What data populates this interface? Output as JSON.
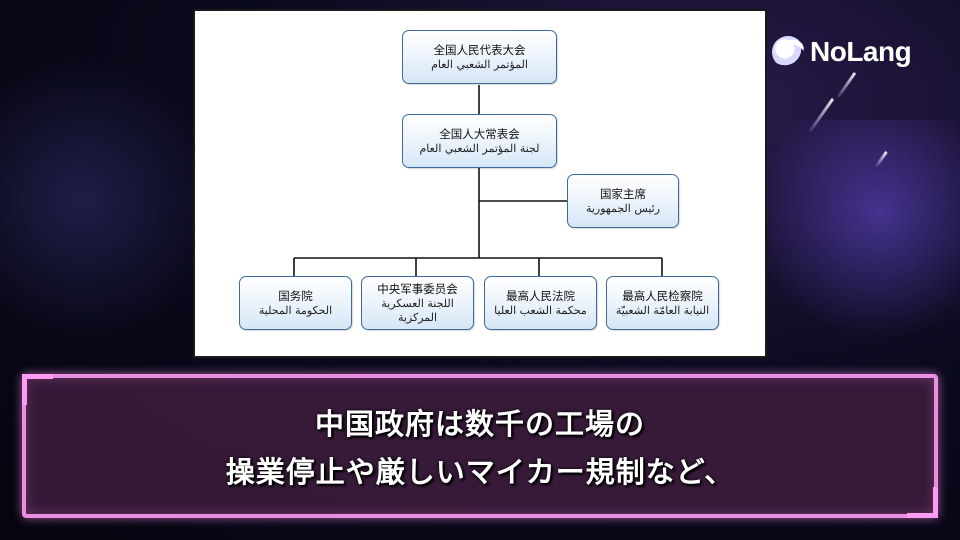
{
  "brand": {
    "name": "NoLang"
  },
  "diagram": {
    "top": {
      "zh": "全国人民代表大会",
      "ar": "المؤتمر الشعبي العام"
    },
    "standing": {
      "zh": "全国人大常表会",
      "ar": "لجنة المؤتمر الشعبي العام"
    },
    "president": {
      "zh": "国家主席",
      "ar": "رئيس الجمهورية"
    },
    "branches": [
      {
        "zh": "国务院",
        "ar": "الحكومة المحلية",
        "ar2": ""
      },
      {
        "zh": "中央军事委员会",
        "ar": "اللجنة العسكرية",
        "ar2": "المركزية"
      },
      {
        "zh": "最高人民法院",
        "ar": "محكمة الشعب العليا",
        "ar2": ""
      },
      {
        "zh": "最高人民检察院",
        "ar": "النيابة العامّة الشعبيّة",
        "ar2": ""
      }
    ]
  },
  "caption": {
    "line1": "中国政府は数千の工場の",
    "line2": "操業停止や厳しいマイカー規制など、"
  }
}
